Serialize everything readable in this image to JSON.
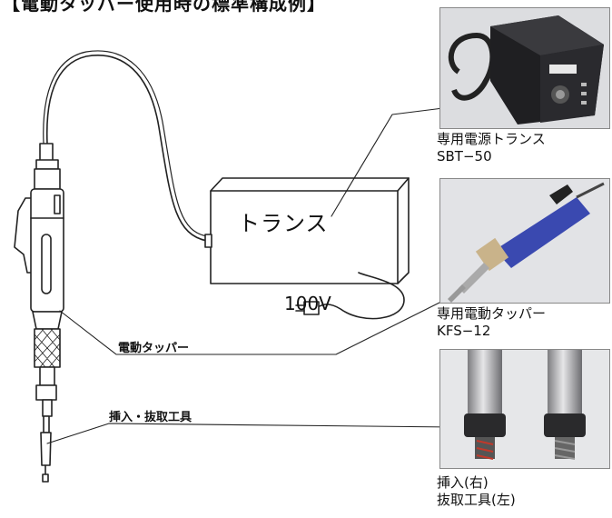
{
  "title": "【電動タッパー使用時の標準構成例】",
  "transformer_box_label": "トランス",
  "voltage_label": "100V",
  "labels": {
    "electric_tapper": "電動タッパー",
    "insert_remove_tool": "挿入・抜取工具"
  },
  "photos": [
    {
      "caption_line1": "専用電源トランス",
      "caption_line2": "SBT−50"
    },
    {
      "caption_line1": "専用電動タッパー",
      "caption_line2": "KFS−12"
    },
    {
      "caption_line1": "挿入(右)",
      "caption_line2": "抜取工具(左)"
    }
  ],
  "colors": {
    "line": "#222222",
    "tapper_body": "#3a49b0",
    "bit_silver": "#b8b8b8"
  }
}
